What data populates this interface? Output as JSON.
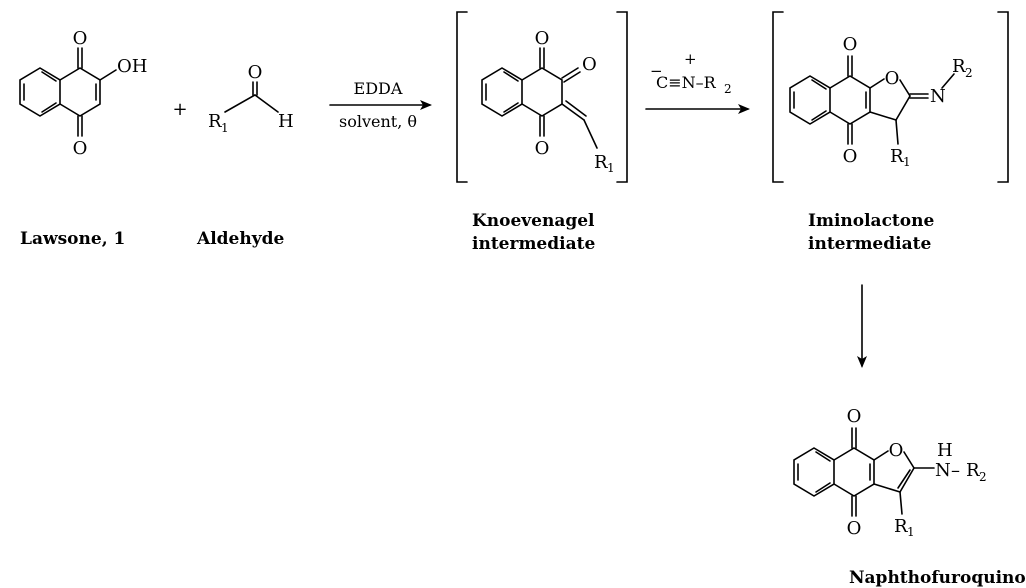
{
  "labels": {
    "lawsone": "Lawsone, 1",
    "aldehyde": "Aldehyde",
    "knoev_1": "Knoevenagel",
    "knoev_2": "intermediate",
    "imino_1": "Iminolactone",
    "imino_2": "intermediate",
    "product": "Naphthofuroquinone"
  },
  "reagents": {
    "step1_top": "EDDA",
    "step1_bottom": "solvent, θ",
    "isocyanide": "C≡N–R",
    "isocyanide_sub": "2",
    "minus": "−",
    "plus": "+"
  },
  "symbols": {
    "plus": "+",
    "O": "O",
    "OH": "OH",
    "H": "H",
    "N": "N",
    "R": "R",
    "sub1": "1",
    "sub2": "2",
    "dash": "–"
  }
}
